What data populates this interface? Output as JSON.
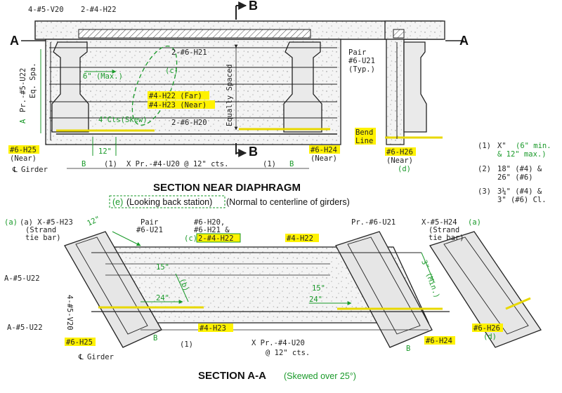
{
  "section_near_diaphragm": {
    "title": "SECTION NEAR DIAPHRAGM",
    "marker_e": "(e)",
    "subtitle_a": "(Looking back station)",
    "subtitle_b": "(Normal to centerline of girders)",
    "cut_label": "B",
    "section_label": "A",
    "labels": {
      "v20": "4-#5-V20",
      "h22_top": "2-#4-H22",
      "h21": "2-#6-H21",
      "pair_u21_1": "Pair",
      "pair_u21_2": "#6-U21",
      "pair_u21_3": "(Typ.)",
      "u22_left": "Pr.-#5-U22",
      "eq_spa": "Eq. Spa.",
      "a_left": "A",
      "equally_spaced": "Equally Spaced",
      "max6": "6\" (Max.)",
      "c": "(c)",
      "h22_far": "#4-H22 (Far)",
      "h23_near": "#4-H23 (Near)",
      "cts_skew": "4\"Cts(Skew)",
      "h20": "2-#6-H20",
      "h25": "#6-H25",
      "h25_near": "(Near)",
      "dim12": "12\"",
      "h24": "#6-H24",
      "h24_near": "(Near)",
      "bend1": "Bend",
      "bend2": "Line",
      "h26": "#6-H26",
      "h26_near": "(Near)",
      "d": "(d)",
      "girder": "Girder",
      "dim_b": "B",
      "dim_1": "(1)",
      "u20": "X Pr.-#4-U20 @ 12\" cts."
    },
    "notes": [
      {
        "k": "(1)",
        "v": "X\"",
        "g": "(6\" min.",
        "g2": "& 12\" max.)"
      },
      {
        "k": "(2)",
        "v": "18\" (#4) &",
        "v2": "26\" (#6)"
      },
      {
        "k": "(3)",
        "v": "3¼\" (#4) &",
        "v2": "3\" (#6) Cl."
      }
    ]
  },
  "section_aa": {
    "title": "SECTION A-A",
    "subtitle": "(Skewed over 25°)",
    "labels": {
      "h23_strand": "(a) X-#5-H23",
      "strand1": "(Strand",
      "strand2": "tie bar)",
      "dim12": "12\"",
      "pair1": "Pair",
      "pair2": "#6-U21",
      "h20": "#6-H20,",
      "h21": "#6-H21 &",
      "c": "(c)",
      "h22_box": "2-#4-H22",
      "h22": "#4-H22",
      "pr_u21": "Pr.-#6-U21",
      "h24_strand": "X-#5-H24",
      "a_right": "(a)",
      "strand1r": "(Strand",
      "strand2r": "tie bar)",
      "u22_a": "A-#5-U22",
      "v20": "4-#5-V20",
      "u22_b": "A-#5-U22",
      "dim15": "15\"",
      "b_mark": "(b)",
      "dim24": "24\"",
      "dim15r": "15\"",
      "dim24r": "24\"",
      "min3": "3\" (Min.)",
      "h25": "#6-H25",
      "h23": "#4-H23",
      "b_dim": "B",
      "dim_1": "(1)",
      "u20": "X Pr.-#4-U20",
      "cts": "@ 12\" cts.",
      "h24": "#6-H24",
      "h26": "#6-H26",
      "d": "(d)",
      "girder": "Girder"
    }
  }
}
